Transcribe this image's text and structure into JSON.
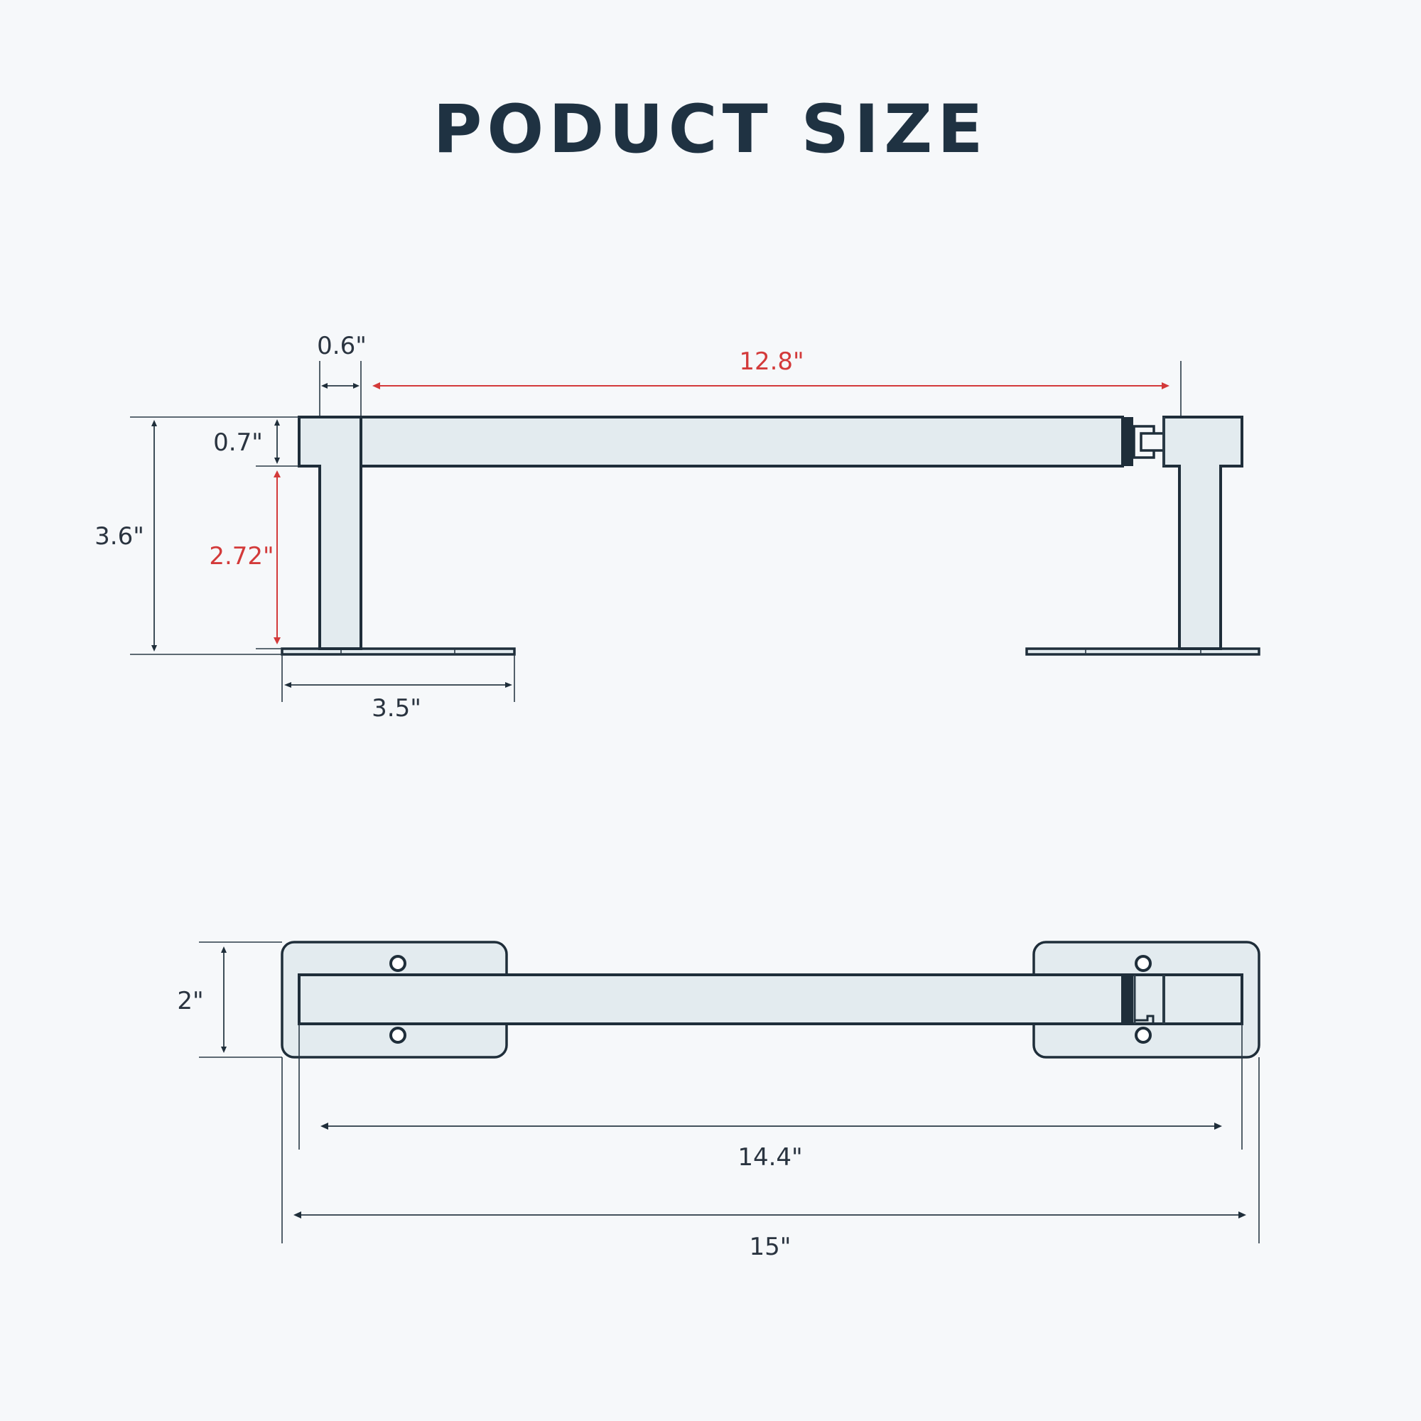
{
  "title": "PODUCT SIZE",
  "colors": {
    "accent_red": "#d33a3a",
    "outline": "#1f2e3a",
    "fill": "#e3ebef",
    "background": "#f6f8fa"
  },
  "side_view": {
    "dimensions": {
      "post_width": "0.6\"",
      "center_span": "12.8\"",
      "bar_thickness": "0.7\"",
      "total_height": "3.6\"",
      "clear_height": "2.72\"",
      "base_length": "3.5\""
    }
  },
  "top_view": {
    "dimensions": {
      "base_width": "2\"",
      "bar_length": "14.4\"",
      "overall_length": "15\""
    }
  }
}
